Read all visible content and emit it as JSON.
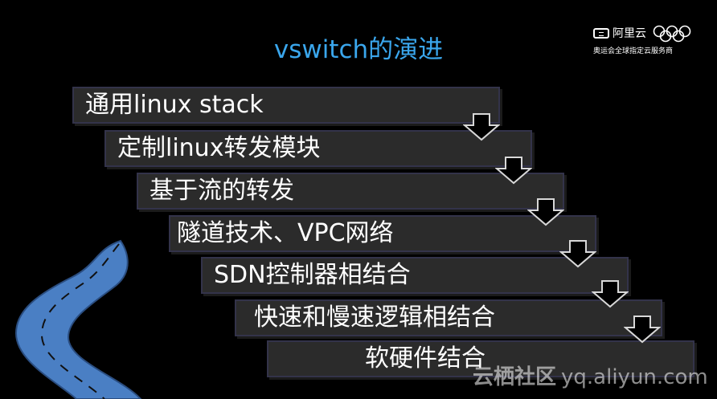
{
  "slide": {
    "title": "vswitch的演进",
    "logo": {
      "brand": "阿里云",
      "tagline": "奥运会全球指定云服务商",
      "icon": "olympic-rings-icon"
    },
    "steps": [
      {
        "label": "通用linux stack"
      },
      {
        "label": "定制linux转发模块"
      },
      {
        "label": "基于流的转发"
      },
      {
        "label": "隧道技术、VPC网络"
      },
      {
        "label": "SDN控制器相结合"
      },
      {
        "label": "快速和慢速逻辑相结合"
      },
      {
        "label": "软硬件结合"
      }
    ],
    "watermark": {
      "cn": "云栖社区",
      "url": "yq.aliyun.com"
    },
    "colors": {
      "title": "#3aa6ec",
      "step_bg": "#2b2b2b",
      "road": "#4a7fc4"
    }
  }
}
